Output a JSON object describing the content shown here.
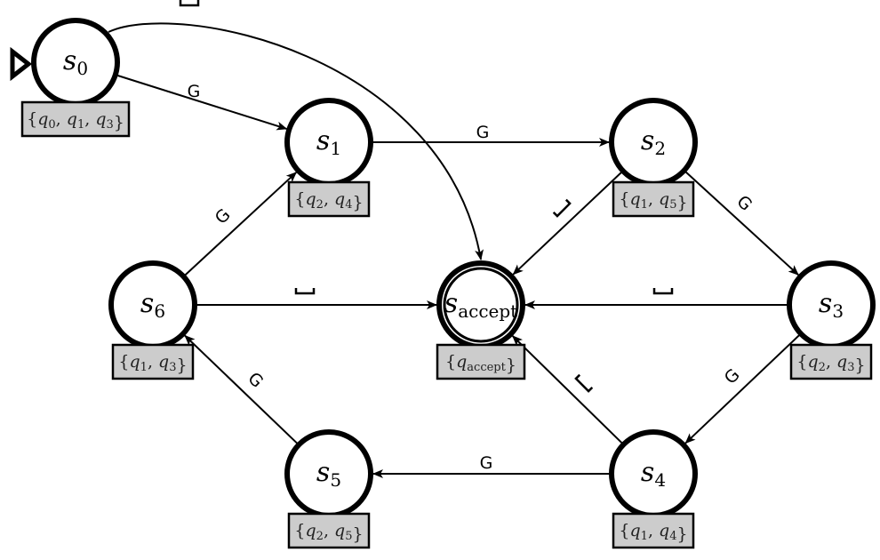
{
  "diagram": {
    "type": "state-machine",
    "start_state": "s0",
    "nodes": [
      {
        "id": "s0",
        "name": "s",
        "sub": "0",
        "set_label": "{q0, q1, q3}",
        "set_items": [
          {
            "q": "q",
            "sub": "0"
          },
          {
            "q": "q",
            "sub": "1"
          },
          {
            "q": "q",
            "sub": "3"
          }
        ],
        "accepting": false
      },
      {
        "id": "s1",
        "name": "s",
        "sub": "1",
        "set_label": "{q2, q4}",
        "set_items": [
          {
            "q": "q",
            "sub": "2"
          },
          {
            "q": "q",
            "sub": "4"
          }
        ],
        "accepting": false
      },
      {
        "id": "s2",
        "name": "s",
        "sub": "2",
        "set_label": "{q1, q5}",
        "set_items": [
          {
            "q": "q",
            "sub": "1"
          },
          {
            "q": "q",
            "sub": "5"
          }
        ],
        "accepting": false
      },
      {
        "id": "s3",
        "name": "s",
        "sub": "3",
        "set_label": "{q2, q3}",
        "set_items": [
          {
            "q": "q",
            "sub": "2"
          },
          {
            "q": "q",
            "sub": "3"
          }
        ],
        "accepting": false
      },
      {
        "id": "s4",
        "name": "s",
        "sub": "4",
        "set_label": "{q1, q4}",
        "set_items": [
          {
            "q": "q",
            "sub": "1"
          },
          {
            "q": "q",
            "sub": "4"
          }
        ],
        "accepting": false
      },
      {
        "id": "s5",
        "name": "s",
        "sub": "5",
        "set_label": "{q2, q5}",
        "set_items": [
          {
            "q": "q",
            "sub": "2"
          },
          {
            "q": "q",
            "sub": "5"
          }
        ],
        "accepting": false
      },
      {
        "id": "s6",
        "name": "s",
        "sub": "6",
        "set_label": "{q1, q3}",
        "set_items": [
          {
            "q": "q",
            "sub": "1"
          },
          {
            "q": "q",
            "sub": "3"
          }
        ],
        "accepting": false
      },
      {
        "id": "saccept",
        "name": "s",
        "sub": "accept",
        "set_label": "{q_accept}",
        "set_items": [
          {
            "q": "q",
            "sub": "accept"
          }
        ],
        "accepting": true
      }
    ],
    "edges": [
      {
        "from": "s0",
        "to": "s1",
        "label": "G"
      },
      {
        "from": "s0",
        "to": "saccept",
        "label": "␣"
      },
      {
        "from": "s1",
        "to": "s2",
        "label": "G"
      },
      {
        "from": "s2",
        "to": "s3",
        "label": "G"
      },
      {
        "from": "s2",
        "to": "saccept",
        "label": "␣"
      },
      {
        "from": "s3",
        "to": "saccept",
        "label": "␣"
      },
      {
        "from": "s3",
        "to": "s4",
        "label": "G"
      },
      {
        "from": "s4",
        "to": "saccept",
        "label": "␣"
      },
      {
        "from": "s4",
        "to": "s5",
        "label": "G"
      },
      {
        "from": "s5",
        "to": "s6",
        "label": "G"
      },
      {
        "from": "s6",
        "to": "s1",
        "label": "G"
      },
      {
        "from": "s6",
        "to": "saccept",
        "label": "␣"
      }
    ]
  }
}
